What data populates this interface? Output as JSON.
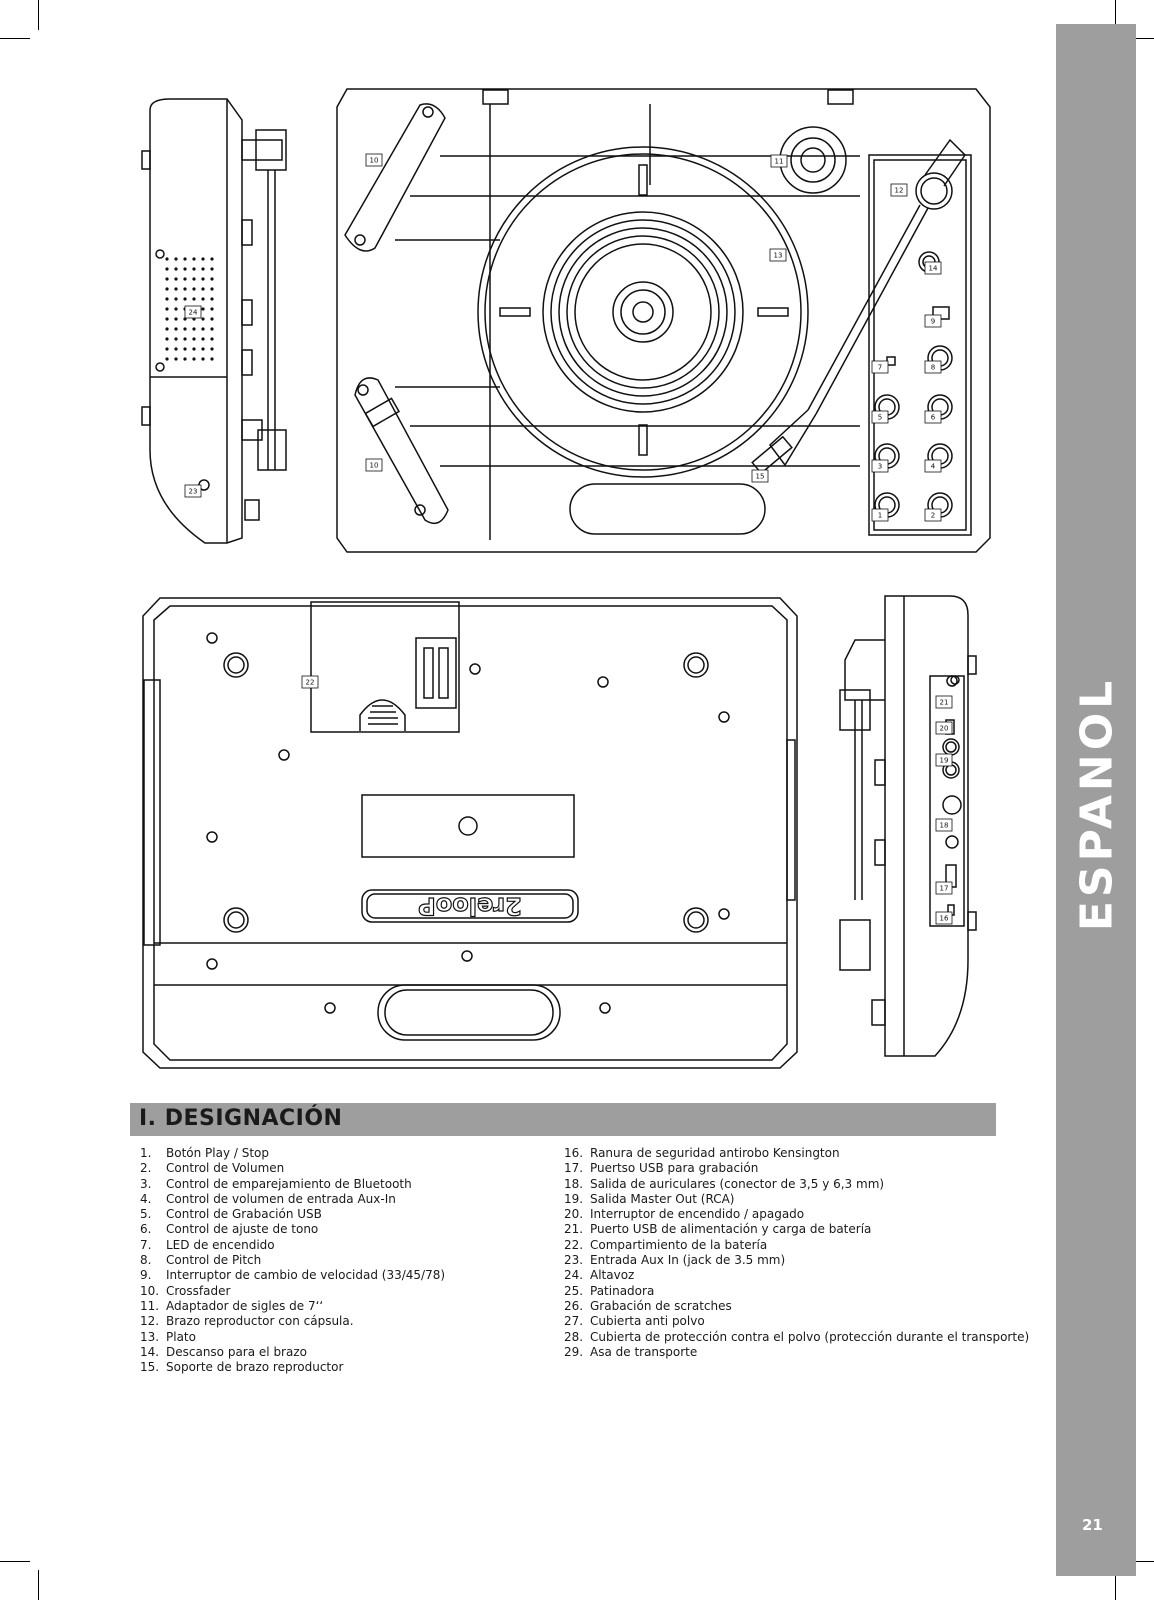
{
  "language_tab": "ESPANOL",
  "page_number": "21",
  "section": {
    "title": "I. DESIGNACIÓN"
  },
  "diagram": {
    "callouts": [
      "1",
      "2",
      "3",
      "4",
      "5",
      "6",
      "7",
      "8",
      "9",
      "10",
      "11",
      "12",
      "13",
      "14",
      "15",
      "16",
      "17",
      "18",
      "19",
      "20",
      "21",
      "22",
      "23",
      "24"
    ],
    "logo_text": "2relooP"
  },
  "items_left": [
    {
      "num": "1.",
      "text": "Botón Play / Stop"
    },
    {
      "num": "2.",
      "text": "Control de Volumen"
    },
    {
      "num": "3.",
      "text": "Control de emparejamiento de Bluetooth"
    },
    {
      "num": "4.",
      "text": "Control de volumen de entrada Aux-In"
    },
    {
      "num": "5.",
      "text": "Control de Grabación USB"
    },
    {
      "num": "6.",
      "text": "Control de ajuste de tono"
    },
    {
      "num": "7.",
      "text": "LED de encendido"
    },
    {
      "num": "8.",
      "text": "Control de Pitch"
    },
    {
      "num": "9.",
      "text": "Interruptor de cambio de velocidad (33/45/78)"
    },
    {
      "num": "10.",
      "text": "Crossfader"
    },
    {
      "num": "11.",
      "text": "Adaptador de sigles de 7‘‘"
    },
    {
      "num": "12.",
      "text": "Brazo reproductor con cápsula."
    },
    {
      "num": "13.",
      "text": "Plato"
    },
    {
      "num": "14.",
      "text": "Descanso para el brazo"
    },
    {
      "num": "15.",
      "text": "Soporte de brazo reproductor"
    }
  ],
  "items_right": [
    {
      "num": "16.",
      "text": "Ranura de seguridad antirobo Kensington"
    },
    {
      "num": "17.",
      "text": "Puertso USB para grabación"
    },
    {
      "num": "18.",
      "text": "Salida de auriculares (conector de 3,5 y 6,3 mm)"
    },
    {
      "num": "19.",
      "text": "Salida Master Out (RCA)"
    },
    {
      "num": "20.",
      "text": "Interruptor de encendido / apagado"
    },
    {
      "num": "21.",
      "text": "Puerto USB de alimentación y carga de batería"
    },
    {
      "num": "22.",
      "text": "Compartimiento de la batería"
    },
    {
      "num": "23.",
      "text": "Entrada Aux In (jack de 3.5 mm)"
    },
    {
      "num": "24.",
      "text": "Altavoz"
    },
    {
      "num": "25.",
      "text": "Patinadora"
    },
    {
      "num": "26.",
      "text": "Grabación de scratches"
    },
    {
      "num": "27.",
      "text": "Cubierta anti polvo"
    },
    {
      "num": "28.",
      "text": "Cubierta de protección contra el polvo (protección durante el transporte)"
    },
    {
      "num": "29.",
      "text": "Asa de transporte"
    }
  ]
}
